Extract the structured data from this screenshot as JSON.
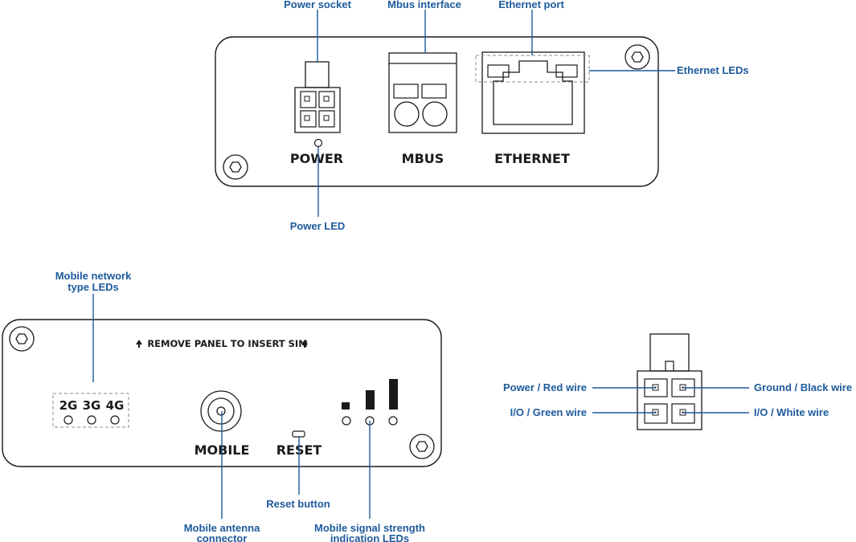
{
  "top_panel": {
    "labels": {
      "power": "POWER",
      "mbus": "MBUS",
      "ethernet": "ETHERNET"
    },
    "callouts": {
      "power_socket": "Power socket",
      "mbus_interface": "Mbus interface",
      "ethernet_port": "Ethernet port",
      "ethernet_leds": "Ethernet LEDs",
      "power_led": "Power LED"
    }
  },
  "bottom_panel": {
    "sim_notice": "REMOVE PANEL TO INSERT SIM",
    "network_types": [
      "2G",
      "3G",
      "4G"
    ],
    "labels": {
      "mobile": "MOBILE",
      "reset": "RESET"
    },
    "callouts": {
      "network_type_leds_line1": "Mobile network",
      "network_type_leds_line2": "type LEDs",
      "reset_button": "Reset button",
      "antenna_line1": "Mobile antenna",
      "antenna_line2": "connector",
      "signal_line1": "Mobile signal strength",
      "signal_line2": "indication LEDs"
    }
  },
  "power_connector": {
    "callouts": {
      "power_red": "Power / Red wire",
      "ground_black": "Ground / Black wire",
      "io_green": "I/O / Green wire",
      "io_white": "I/O / White wire"
    }
  },
  "colors": {
    "callout": "#1d5a9c",
    "outline": "#1a1a1a"
  }
}
